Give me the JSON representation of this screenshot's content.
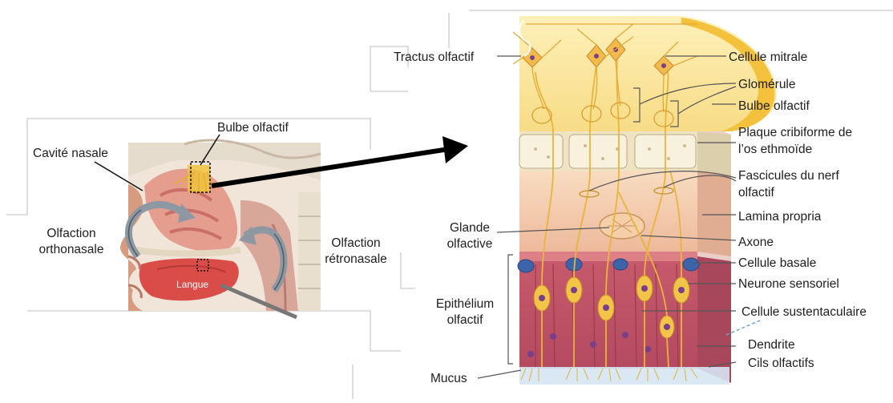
{
  "left_panel": {
    "labels": {
      "bulbe": "Bulbe olfactif",
      "cavite": "Cavité nasale",
      "ortho_1": "Olfaction",
      "ortho_2": "orthonasale",
      "retro_1": "Olfaction",
      "retro_2": "rétronasale",
      "langue": "Langue"
    }
  },
  "right_panel": {
    "labels": {
      "tractus": "Tractus olfactif",
      "mitrale": "Cellule mitrale",
      "glomerule": "Glomérule",
      "bulbe": "Bulbe olfactif",
      "plaque_1": "Plaque cribiforme de",
      "plaque_2": "l’os ethmoïde",
      "fascicules_1": "Fascicules du nerf",
      "fascicules_2": "olfactif",
      "lamina": "Lamina propria",
      "glande_1": "Glande",
      "glande_2": "olfactive",
      "axone": "Axone",
      "basale": "Cellule basale",
      "neurone": "Neurone sensoriel",
      "epith_1": "Epithélium",
      "epith_2": "olfactif",
      "sustent": "Cellule sustentaculaire",
      "dendrite": "Dendrite",
      "cils": "Cils olfactifs",
      "mucus": "Mucus"
    }
  },
  "colors": {
    "bulb_yellow": "#f6c64a",
    "bone": "#efe3c4",
    "lamina": "#f3c9a8",
    "epithelium": "#c9566a",
    "nucleus": "#7a3f8a",
    "basal_cell": "#3d63a8",
    "nerve_fiber": "#e8b53a"
  }
}
